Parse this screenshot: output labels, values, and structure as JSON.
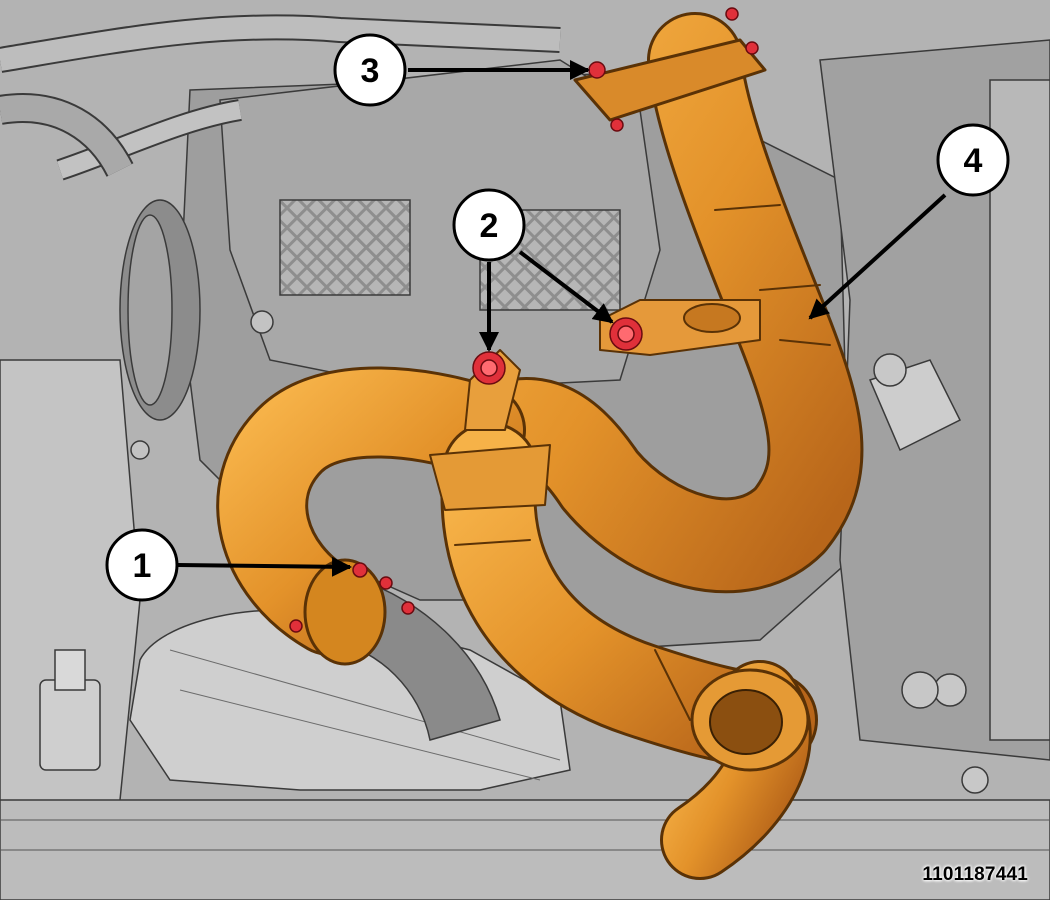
{
  "callouts": [
    {
      "id": "1",
      "label": "1"
    },
    {
      "id": "2",
      "label": "2"
    },
    {
      "id": "3",
      "label": "3"
    },
    {
      "id": "4",
      "label": "4"
    }
  ],
  "figure_id": "1101187441",
  "colors": {
    "highlight_pipe": "#e89a2e",
    "fastener": "#e0303a",
    "engine_block": "#9a9a9a",
    "background_parts": "#bdbdbd"
  }
}
